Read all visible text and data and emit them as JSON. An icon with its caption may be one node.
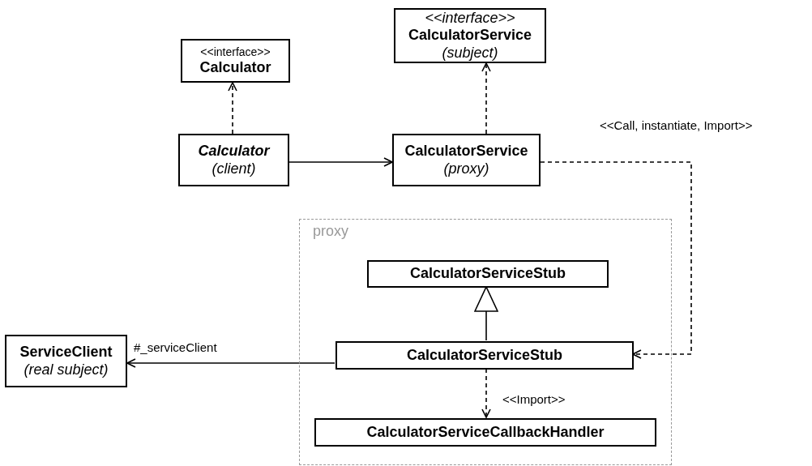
{
  "diagram": {
    "nodes": [
      {
        "text": [
          "<<interface>>",
          "Calculator"
        ]
      },
      {
        "text": [
          "<<interface>>",
          "CalculatorService",
          "(subject)"
        ]
      },
      {
        "text": [
          "Calculator",
          "(client)"
        ]
      },
      {
        "text": [
          "CalculatorService",
          "(proxy)"
        ]
      },
      {
        "text": [
          "proxy"
        ]
      },
      {
        "text": [
          "CalculatorServiceStub"
        ],
        "in": 4
      },
      {
        "text": [
          "CalculatorServiceStub"
        ],
        "in": 4
      },
      {
        "text": [
          "CalculatorServiceCallbackHandler"
        ],
        "in": 4
      },
      {
        "text": [
          "ServiceClient",
          "(real subject)"
        ]
      }
    ],
    "edges": [
      {
        "from": 2,
        "to": 0,
        "arrow": "to",
        "style": "dashed"
      },
      {
        "from": 3,
        "to": 1,
        "arrow": "to",
        "style": "dashed"
      },
      {
        "from": 2,
        "to": 3,
        "arrow": "to"
      },
      {
        "from": 3,
        "to": 6,
        "arrow": "to",
        "style": "dashed",
        "label": "<<Call, instantiate, Import>>"
      },
      {
        "from": 6,
        "to": 5,
        "arrow": "to"
      },
      {
        "from": 6,
        "to": 8,
        "arrow": "to",
        "label": "#_serviceClient"
      },
      {
        "from": 6,
        "to": 7,
        "arrow": "to",
        "style": "dashed",
        "label": "<<Import>>"
      }
    ]
  }
}
